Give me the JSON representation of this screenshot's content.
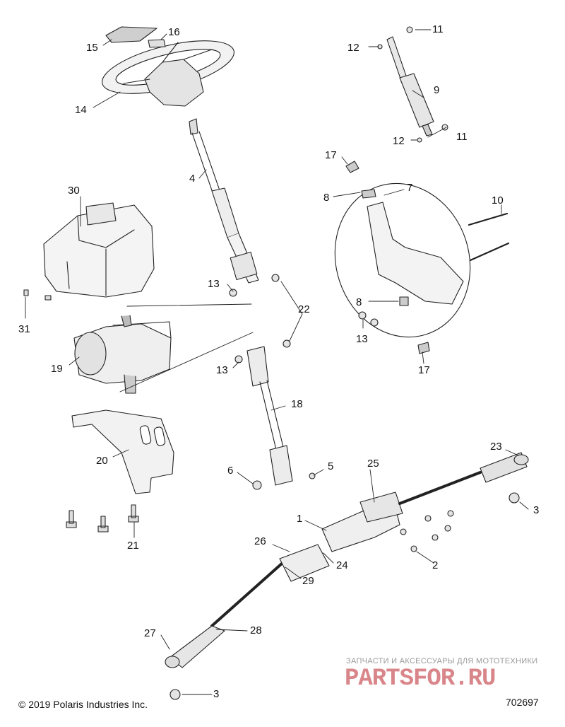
{
  "diagram": {
    "callouts": [
      {
        "id": "c1",
        "text": "1"
      },
      {
        "id": "c2",
        "text": "2"
      },
      {
        "id": "c3a",
        "text": "3"
      },
      {
        "id": "c3b",
        "text": "3"
      },
      {
        "id": "c4",
        "text": "4"
      },
      {
        "id": "c5",
        "text": "5"
      },
      {
        "id": "c6",
        "text": "6"
      },
      {
        "id": "c7",
        "text": "7"
      },
      {
        "id": "c8a",
        "text": "8"
      },
      {
        "id": "c8b",
        "text": "8"
      },
      {
        "id": "c9",
        "text": "9"
      },
      {
        "id": "c10",
        "text": "10"
      },
      {
        "id": "c11a",
        "text": "11"
      },
      {
        "id": "c11b",
        "text": "11"
      },
      {
        "id": "c12a",
        "text": "12"
      },
      {
        "id": "c12b",
        "text": "12"
      },
      {
        "id": "c13a",
        "text": "13"
      },
      {
        "id": "c13b",
        "text": "13"
      },
      {
        "id": "c13c",
        "text": "13"
      },
      {
        "id": "c14",
        "text": "14"
      },
      {
        "id": "c15",
        "text": "15"
      },
      {
        "id": "c16",
        "text": "16"
      },
      {
        "id": "c17a",
        "text": "17"
      },
      {
        "id": "c17b",
        "text": "17"
      },
      {
        "id": "c18",
        "text": "18"
      },
      {
        "id": "c19",
        "text": "19"
      },
      {
        "id": "c20",
        "text": "20"
      },
      {
        "id": "c21",
        "text": "21"
      },
      {
        "id": "c22",
        "text": "22"
      },
      {
        "id": "c23",
        "text": "23"
      },
      {
        "id": "c24",
        "text": "24"
      },
      {
        "id": "c25",
        "text": "25"
      },
      {
        "id": "c26",
        "text": "26"
      },
      {
        "id": "c27",
        "text": "27"
      },
      {
        "id": "c28",
        "text": "28"
      },
      {
        "id": "c29",
        "text": "29"
      },
      {
        "id": "c30",
        "text": "30"
      },
      {
        "id": "c31",
        "text": "31"
      }
    ],
    "copyright": "© 2019 Polaris Industries Inc.",
    "part_number": "702697",
    "watermark": {
      "tagline": "ЗАПЧАСТИ И АКСЕССУАРЫ ДЛЯ МОТОТЕХНИКИ",
      "logo": "PARTSFOR.RU",
      "color": "#d9868a"
    },
    "colors": {
      "line": "#222222",
      "part_fill": "#f2f2f2",
      "dark": "#555555"
    }
  }
}
